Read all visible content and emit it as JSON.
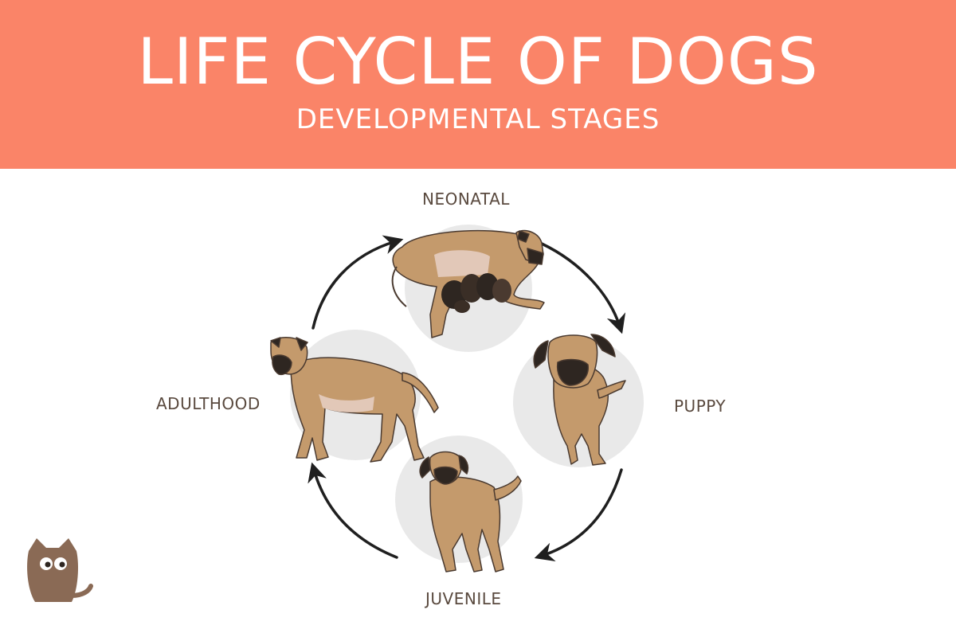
{
  "header": {
    "title": "LIFE CYCLE OF DOGS",
    "subtitle": "DEVELOPMENTAL STAGES"
  },
  "stages": {
    "neonatal": "NEONATAL",
    "puppy": "PUPPY",
    "juvenile": "JUVENILE",
    "adulthood": "ADULTHOOD"
  },
  "colors": {
    "banner": "#fa8468",
    "circle": "#e9e9e9",
    "dog_fur": "#c49a6c",
    "dog_outline": "#4a3a30",
    "muzzle": "#2e2621",
    "arrow": "#1f1f1f",
    "label": "#5a4a3f",
    "logo": "#8a6a55"
  },
  "icons": {
    "logo": "cat-logo-icon",
    "arrow": "cycle-arrow-icon"
  }
}
